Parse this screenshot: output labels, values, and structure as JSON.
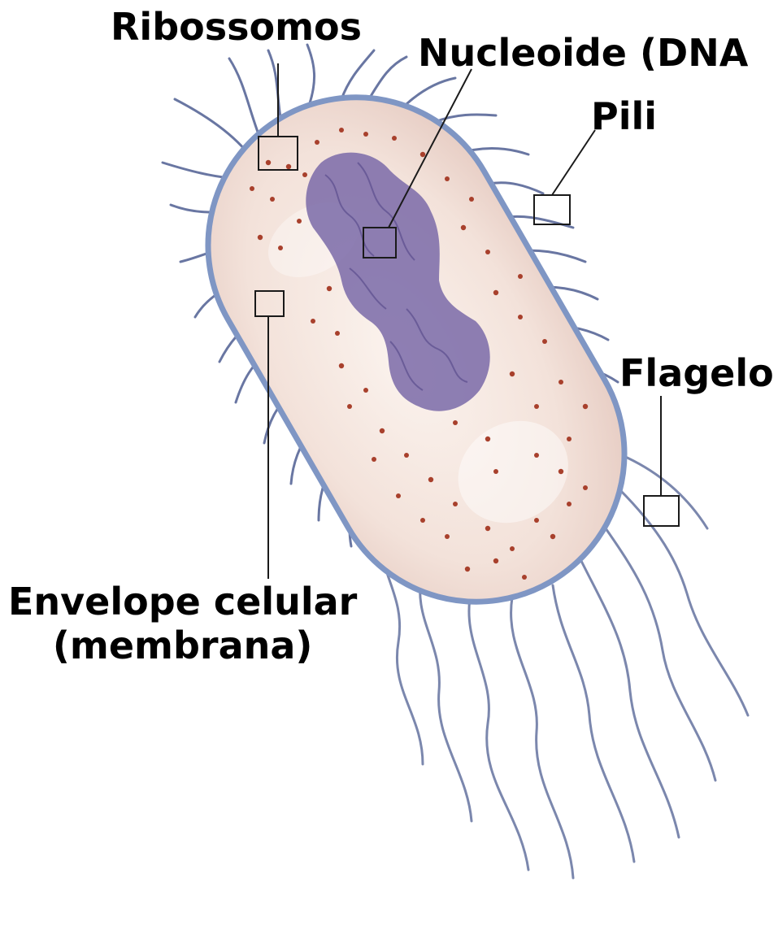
{
  "labels": {
    "ribossomos": "Ribossomos",
    "nucleoide": "Nucleoide (DNA",
    "pili": "Pili",
    "flagelo": "Flagelo",
    "envelope_line1": "Envelope celular",
    "envelope_line2": "(membrana)"
  },
  "colors": {
    "cytoplasm": "#f4e4dc",
    "cell_envelope": "#7f96c4",
    "nucleoid": "#7a6aa8",
    "ribosome": "#a8402c",
    "pili_flagella": "#4f5f92",
    "label_text": "#000000"
  }
}
